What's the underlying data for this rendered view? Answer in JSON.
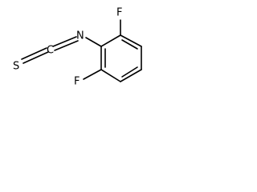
{
  "molecule": {
    "atoms": {
      "sulfur": "S",
      "carbon_isothiocyanate": "C",
      "nitrogen": "N",
      "fluorine_top": "F",
      "fluorine_bottom": "F"
    }
  }
}
